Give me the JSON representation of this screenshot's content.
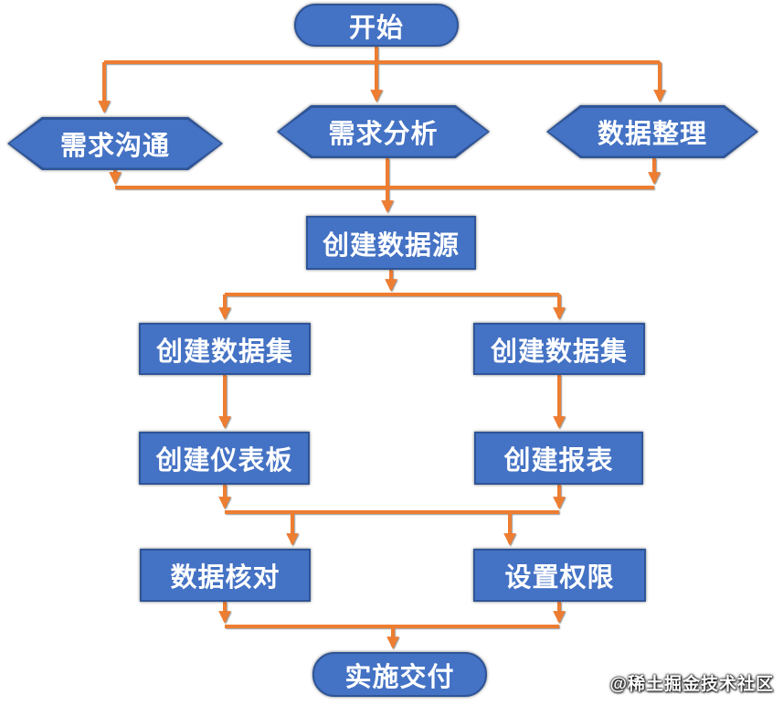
{
  "nodes": {
    "start": {
      "label": "开始",
      "shape": "pill"
    },
    "req_comm": {
      "label": "需求沟通",
      "shape": "hexagon"
    },
    "req_analysis": {
      "label": "需求分析",
      "shape": "hexagon"
    },
    "data_prep": {
      "label": "数据整理",
      "shape": "hexagon"
    },
    "create_datasource": {
      "label": "创建数据源",
      "shape": "rect"
    },
    "create_dataset_left": {
      "label": "创建数据集",
      "shape": "rect"
    },
    "create_dataset_right": {
      "label": "创建数据集",
      "shape": "rect"
    },
    "create_dashboard": {
      "label": "创建仪表板",
      "shape": "rect"
    },
    "create_report": {
      "label": "创建报表",
      "shape": "rect"
    },
    "data_check": {
      "label": "数据核对",
      "shape": "rect"
    },
    "set_permissions": {
      "label": "设置权限",
      "shape": "rect"
    },
    "delivery": {
      "label": "实施交付",
      "shape": "pill"
    }
  },
  "edges": [
    {
      "from": "start",
      "to": "req_comm"
    },
    {
      "from": "start",
      "to": "req_analysis"
    },
    {
      "from": "start",
      "to": "data_prep"
    },
    {
      "from": "req_comm",
      "to": "create_datasource"
    },
    {
      "from": "req_analysis",
      "to": "create_datasource"
    },
    {
      "from": "data_prep",
      "to": "create_datasource"
    },
    {
      "from": "create_datasource",
      "to": "create_dataset_left"
    },
    {
      "from": "create_datasource",
      "to": "create_dataset_right"
    },
    {
      "from": "create_dataset_left",
      "to": "create_dashboard"
    },
    {
      "from": "create_dataset_right",
      "to": "create_report"
    },
    {
      "from": "create_dashboard",
      "to": "data_check"
    },
    {
      "from": "create_report",
      "to": "set_permissions"
    },
    {
      "from": "data_check",
      "to": "delivery"
    },
    {
      "from": "set_permissions",
      "to": "delivery"
    }
  ],
  "watermark": "@稀土掘金技术社区",
  "colors": {
    "node_fill": "#4472C4",
    "node_border": "#2F5597",
    "arrow": "#ED7D31",
    "label_text": "#FFFFFF",
    "background": "#FFFFFF"
  }
}
